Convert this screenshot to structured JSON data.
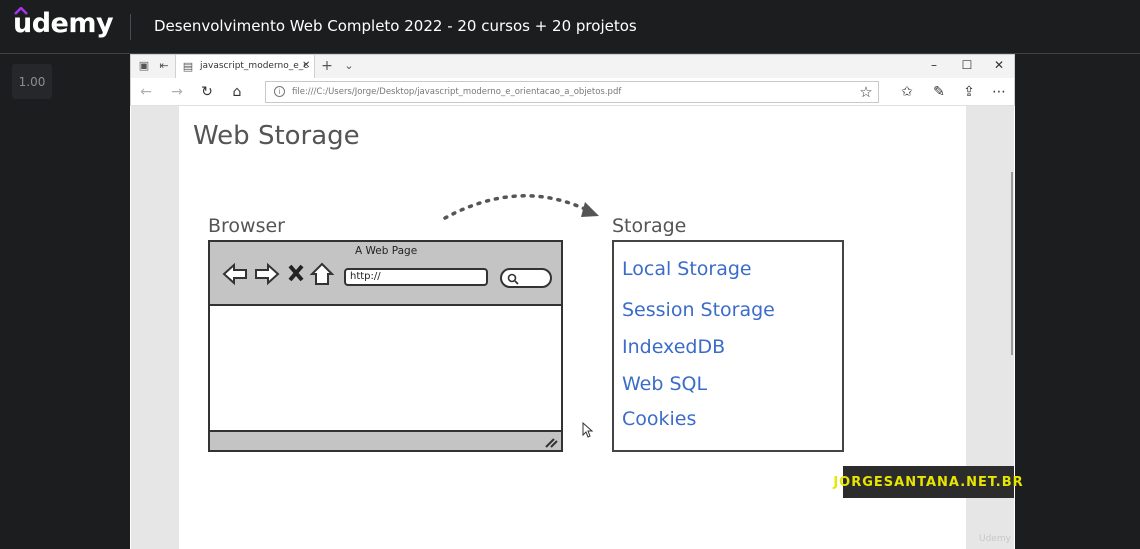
{
  "header": {
    "logo": "udemy",
    "course_title": "Desenvolvimento Web Completo 2022 - 20 cursos + 20 projetos"
  },
  "player": {
    "playback_speed": "1.00",
    "watermark": "JORGESANTANA.NET.BR",
    "udemy_watermark": "Udemy"
  },
  "browser": {
    "tab_title": "javascript_moderno_e_c",
    "address": "file:///C:/Users/Jorge/Desktop/javascript_moderno_e_orientacao_a_objetos.pdf"
  },
  "slide": {
    "title": "Web Storage",
    "browser_label": "Browser",
    "storage_label": "Storage",
    "wireframe_page_title": "A Web Page",
    "wireframe_url": "http://",
    "storage_items": [
      "Local Storage",
      "Session Storage",
      "IndexedDB",
      "Web SQL",
      "Cookies"
    ]
  },
  "colors": {
    "udemy_purple": "#a435f0",
    "storage_text": "#3b6cc9",
    "watermark_text": "#e6e600"
  }
}
